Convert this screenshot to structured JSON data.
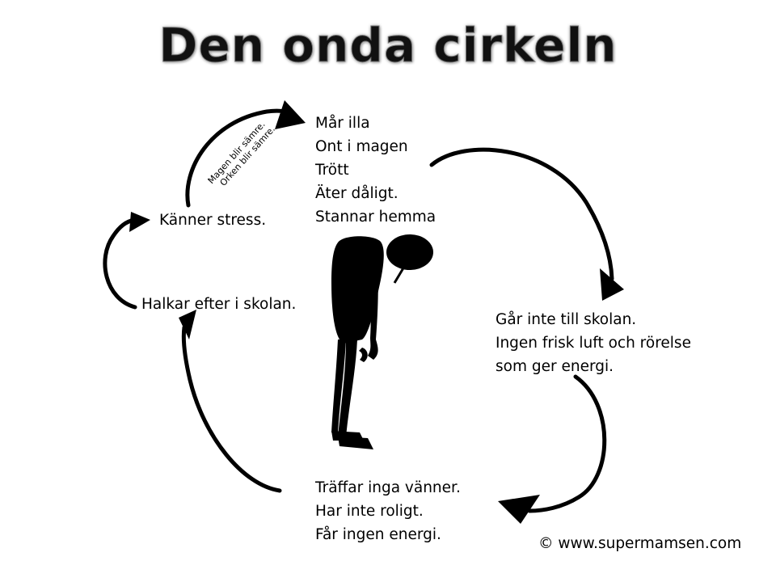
{
  "title": "Den onda cirkeln",
  "steps": [
    {
      "id": "symptoms",
      "lines": [
        "Mår illa",
        "Ont i magen",
        "Trött",
        "Äter dåligt.",
        "Stannar hemma"
      ]
    },
    {
      "id": "no-school",
      "lines": [
        "Går inte till skolan.",
        "Ingen frisk luft och rörelse",
        "som ger energi."
      ]
    },
    {
      "id": "no-friends",
      "lines": [
        "Träffar inga vänner.",
        "Har inte roligt.",
        "Får ingen energi."
      ]
    },
    {
      "id": "falls-behind",
      "lines": [
        "Halkar efter i skolan."
      ]
    },
    {
      "id": "stress",
      "lines": [
        "Känner stress."
      ]
    }
  ],
  "arrow_labels": {
    "stress_to_symptoms": [
      "Magen blir sämre.",
      "Orken blir sämre."
    ]
  },
  "footer": "© www.supermamsen.com",
  "colors": {
    "ink": "#000000",
    "background": "#ffffff"
  }
}
